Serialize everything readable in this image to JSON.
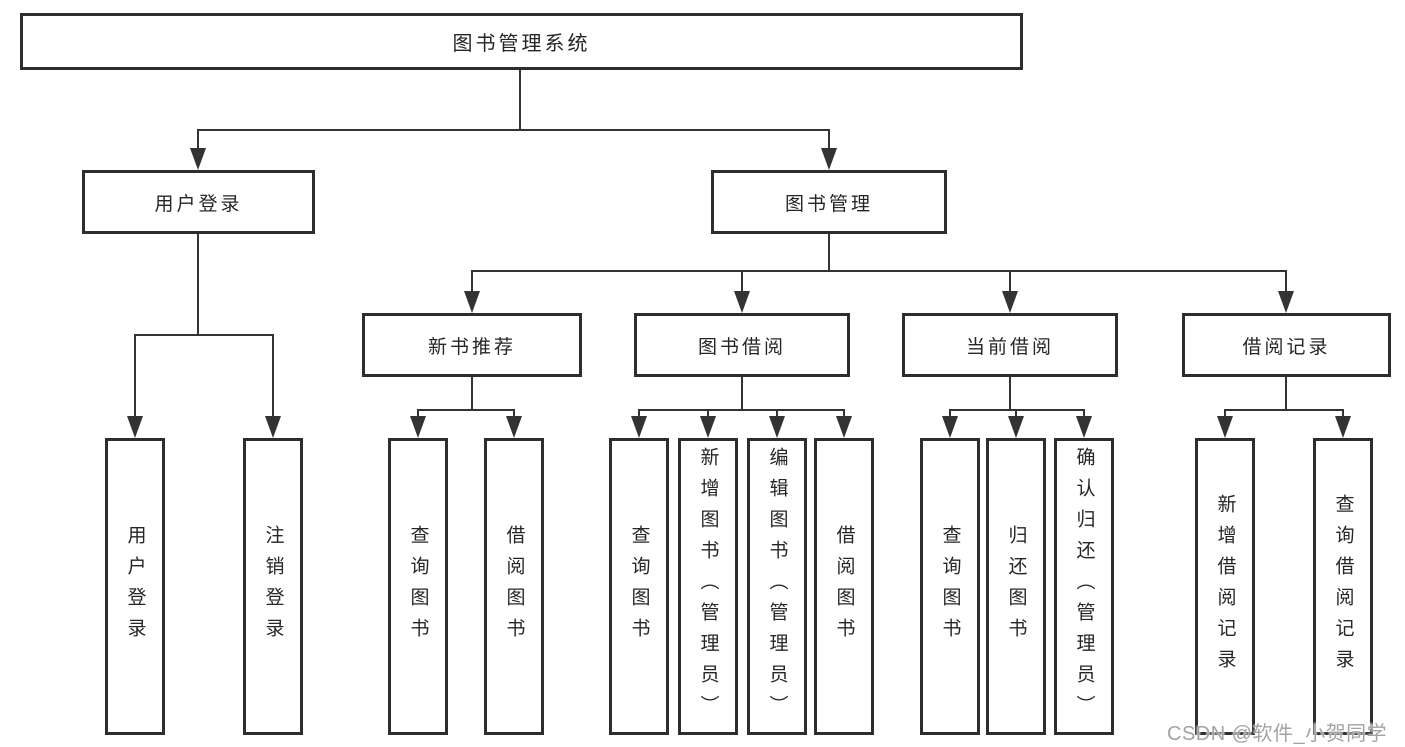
{
  "tree": {
    "root": {
      "label": "图书管理系统"
    },
    "children": [
      {
        "label": "用户登录",
        "children": [
          {
            "label": "用户登录"
          },
          {
            "label": "注销登录"
          }
        ]
      },
      {
        "label": "图书管理",
        "children": [
          {
            "label": "新书推荐",
            "children": [
              {
                "label": "查询图书"
              },
              {
                "label": "借阅图书"
              }
            ]
          },
          {
            "label": "图书借阅",
            "children": [
              {
                "label": "查询图书"
              },
              {
                "label": "新增图书（管理员）"
              },
              {
                "label": "编辑图书（管理员）"
              },
              {
                "label": "借阅图书"
              }
            ]
          },
          {
            "label": "当前借阅",
            "children": [
              {
                "label": "查询图书"
              },
              {
                "label": "归还图书"
              },
              {
                "label": "确认归还（管理员）"
              }
            ]
          },
          {
            "label": "借阅记录",
            "children": [
              {
                "label": "新增借阅记录"
              },
              {
                "label": "查询借阅记录"
              }
            ]
          }
        ]
      }
    ]
  },
  "watermark": {
    "text": "CSDN @软件_小贺同学"
  },
  "colors": {
    "line": "#333333",
    "box_border": "#2d2d2d",
    "text": "#262626",
    "watermark": "#a3a3a3",
    "background": "#ffffff"
  }
}
